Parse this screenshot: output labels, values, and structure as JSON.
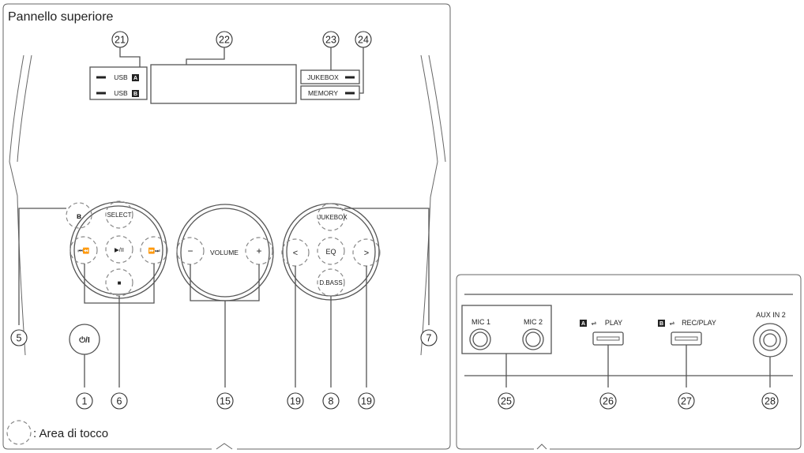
{
  "top_panel": {
    "title": "Pannello superiore",
    "legend": ": Area di tocco",
    "indicators": {
      "usb_a": "USB",
      "usb_a_badge": "A",
      "usb_b": "USB",
      "usb_b_badge": "B",
      "jukebox": "JUKEBOX",
      "memory": "MEMORY"
    },
    "buttons": {
      "bluetooth": "ʙ",
      "select": "SELECT",
      "prev": "⏮⏪",
      "play_pause": "▶/II",
      "next": "⏩⏭",
      "stop": "■",
      "power": "⏻/I",
      "vol_minus": "−",
      "vol_label": "VOLUME",
      "vol_plus": "+",
      "jukebox": "JUKEBOX",
      "left": "<",
      "eq": "EQ",
      "right": ">",
      "dbass": "D.BASS"
    },
    "callouts": {
      "n1": "1",
      "n5": "5",
      "n6": "6",
      "n7": "7",
      "n8": "8",
      "n15": "15",
      "n19a": "19",
      "n19b": "19",
      "n21": "21",
      "n22": "22",
      "n23": "23",
      "n24": "24"
    }
  },
  "rear_panel": {
    "mic1": "MIC 1",
    "mic2": "MIC 2",
    "usb_a_badge": "A",
    "usb_a_play": "PLAY",
    "usb_b_badge": "B",
    "usb_b_play": "REC/PLAY",
    "aux": "AUX IN 2",
    "callouts": {
      "n25": "25",
      "n26": "26",
      "n27": "27",
      "n28": "28"
    }
  }
}
